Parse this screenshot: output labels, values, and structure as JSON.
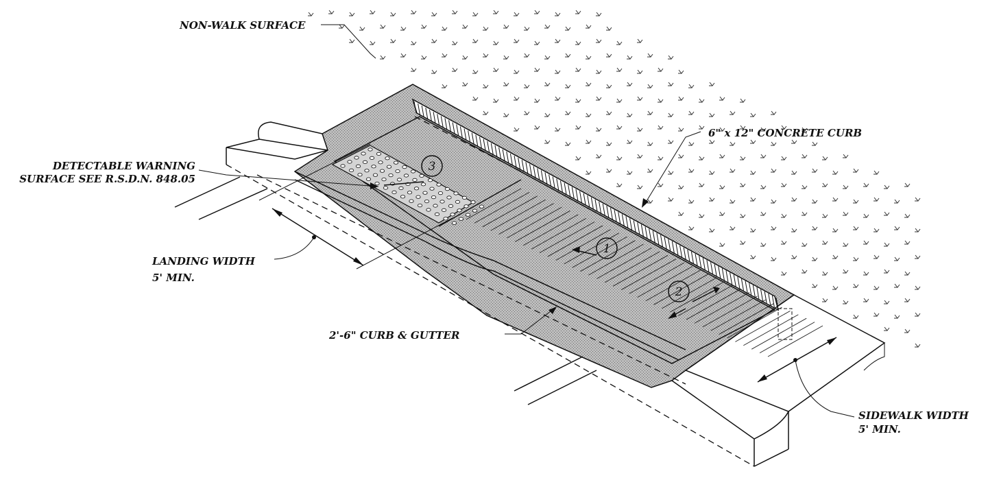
{
  "labels": {
    "non_walk_surface": "NON-WALK SURFACE",
    "detectable_warning_line1": "DETECTABLE WARNING",
    "detectable_warning_line2": "SURFACE SEE R.S.D.N. 848.05",
    "landing_width_line1": "LANDING WIDTH",
    "landing_width_line2": "5' MIN.",
    "concrete_curb": "6\" x 12\" CONCRETE CURB",
    "curb_gutter": "2'-6\" CURB & GUTTER",
    "sidewalk_width_line1": "SIDEWALK WIDTH",
    "sidewalk_width_line2": "5' MIN."
  },
  "callouts": {
    "ramp": "1",
    "flare": "2",
    "landing": "3"
  }
}
